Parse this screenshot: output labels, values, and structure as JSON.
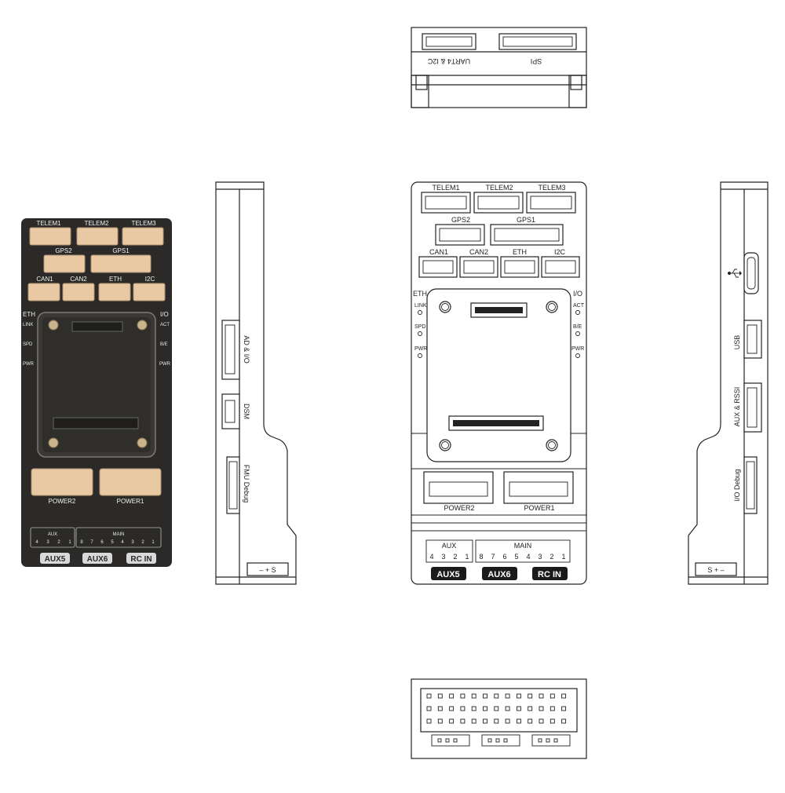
{
  "ports": {
    "telem1": "TELEM1",
    "telem2": "TELEM2",
    "telem3": "TELEM3",
    "gps2": "GPS2",
    "gps1": "GPS1",
    "can1": "CAN1",
    "can2": "CAN2",
    "eth": "ETH",
    "i2c": "I2C",
    "power1": "POWER1",
    "power2": "POWER2"
  },
  "leds": {
    "left_title": "ETH",
    "link": "LINK",
    "spd": "SPD",
    "pwr": "PWR",
    "right_title": "I/O",
    "act": "ACT",
    "be": "B/E"
  },
  "rails": {
    "aux_title": "AUX",
    "aux_pins": [
      "4",
      "3",
      "2",
      "1"
    ],
    "main_title": "MAIN",
    "main_pins": [
      "8",
      "7",
      "6",
      "5",
      "4",
      "3",
      "2",
      "1"
    ]
  },
  "tags": {
    "aux5": "AUX5",
    "aux6": "AUX6",
    "rcin": "RC IN"
  },
  "top_view": {
    "uart4_i2c": "UART4 & I2C",
    "spi": "SPI"
  },
  "left_side": {
    "ad_io": "AD & I/O",
    "dsm": "DSM",
    "fmu_debug": "FMU Debug",
    "sbus_pins": "– + S"
  },
  "right_side": {
    "usb": "USB",
    "aux_rssi": "AUX & RSSI",
    "io_debug": "I/O Debug",
    "sbus_pins": "S + –"
  },
  "colors": {
    "board": "#2b2a28",
    "connector": "#e8c9a4",
    "outline": "#222222",
    "tag_fill": "#1a1a1a"
  }
}
